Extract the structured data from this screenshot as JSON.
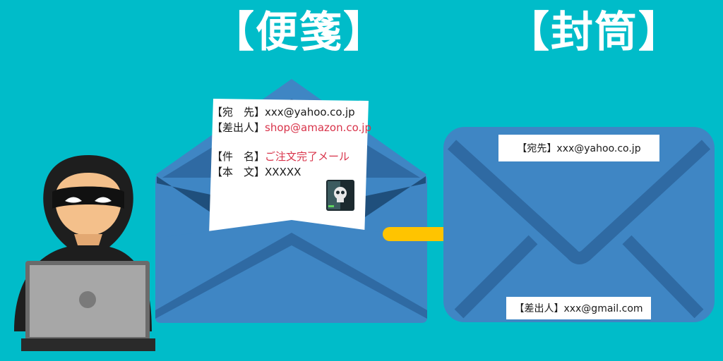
{
  "titles": {
    "letter": "【便箋】",
    "envelope": "【封筒】"
  },
  "letter": {
    "to_label": "【宛　先】",
    "to_value": "xxx@yahoo.co.jp",
    "from_label": "【差出人】",
    "from_value": "shop@amazon.co.jp",
    "subject_label": "【件　名】",
    "subject_value": "ご注文完了メール",
    "body_label": "【本　文】",
    "body_value": "XXXXX"
  },
  "envelope": {
    "to_text": "【宛先】xxx@yahoo.co.jp",
    "from_text": "【差出人】xxx@gmail.com"
  },
  "colors": {
    "background": "#00bcc9",
    "envelope_blue": "#3f86c4",
    "envelope_dark": "#2f6aa3",
    "arrow": "#ffc400",
    "highlight_red": "#d8334a"
  },
  "icons": [
    "hacker-icon",
    "laptop-icon",
    "skull-attachment-icon",
    "arrow-right-icon"
  ]
}
